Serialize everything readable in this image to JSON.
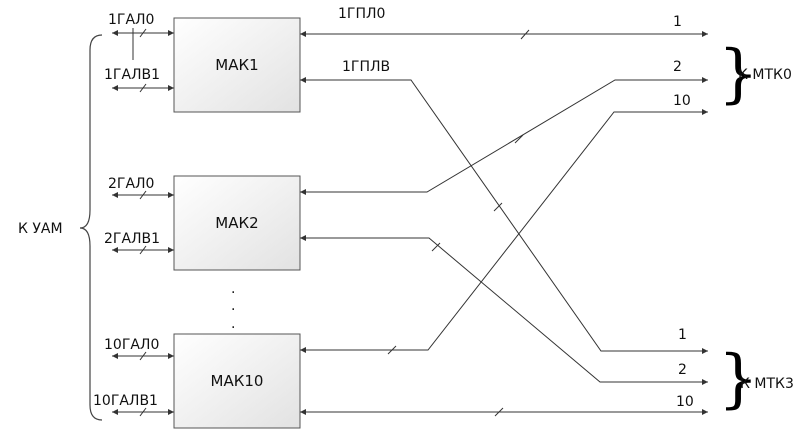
{
  "blocks": [
    "МАК1",
    "МАК2",
    "МАК10"
  ],
  "ellipsis": ".",
  "left_labels": {
    "mak1_top": "1ГАЛ0",
    "mak1_bottom": "1ГАЛВ1",
    "mak2_top": "2ГАЛ0",
    "mak2_bottom": "2ГАЛВ1",
    "mak10_top": "10ГАЛ0",
    "mak10_bottom": "10ГАЛВ1"
  },
  "mak1_outputs": {
    "top": "1ГПЛ0",
    "bottom": "1ГПЛВ"
  },
  "left_group": "К УАМ",
  "right_groups": {
    "mtk0": {
      "label": "К МТК0",
      "numbers": [
        "1",
        "2",
        "10"
      ]
    },
    "mtk3": {
      "label": "К МТК3",
      "numbers": [
        "1",
        "2",
        "10"
      ]
    }
  }
}
